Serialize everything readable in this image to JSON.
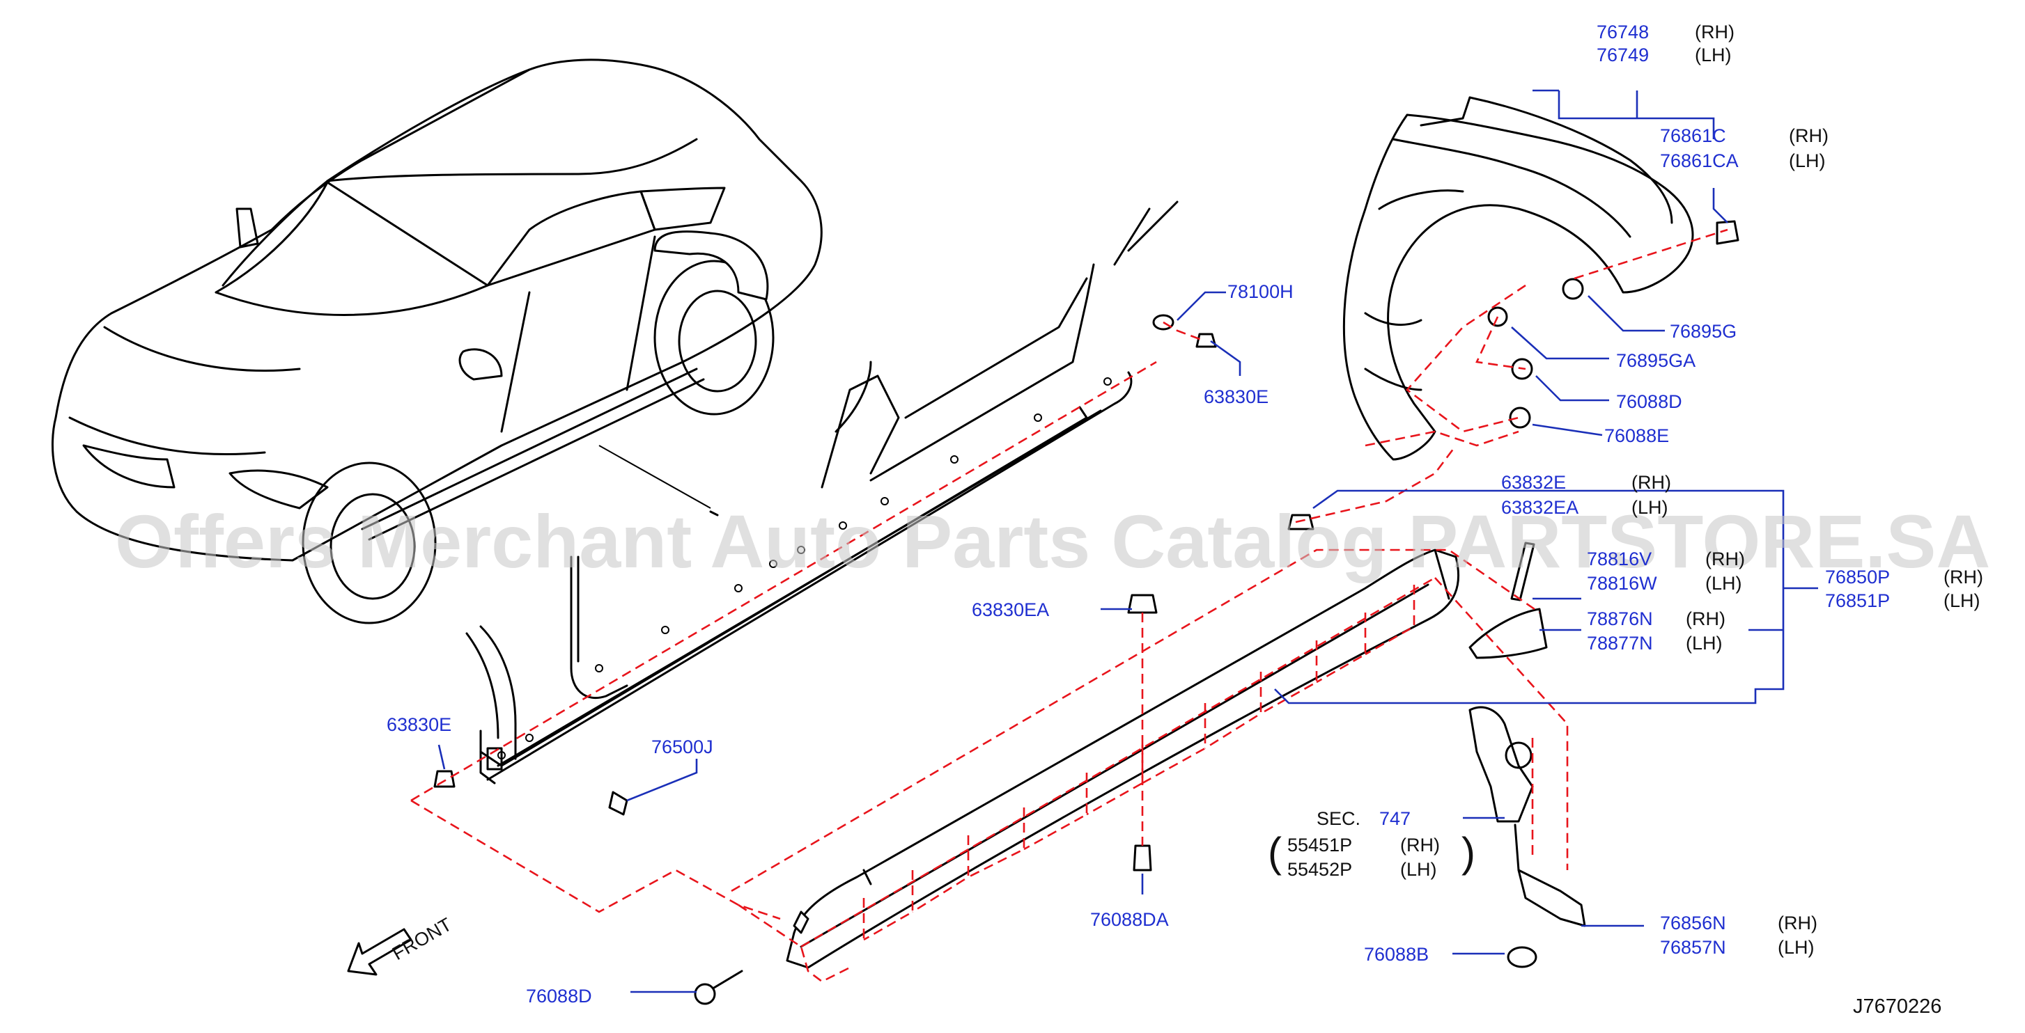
{
  "watermark": "Offers Merchant Auto Parts Catalog PARTSTORE.SA",
  "diagram_code": "J7670226",
  "front_label": "FRONT",
  "labels": {
    "p76748": "76748",
    "p76748_side": "(RH)",
    "p76749": "76749",
    "p76749_side": "(LH)",
    "p76861C": "76861C",
    "p76861C_side": "(RH)",
    "p76861CA": "76861CA",
    "p76861CA_side": "(LH)",
    "p76895G": "76895G",
    "p76895GA": "76895GA",
    "p76088D_top": "76088D",
    "p76088E": "76088E",
    "p63832E": "63832E",
    "p63832E_side": "(RH)",
    "p63832EA": "63832EA",
    "p63832EA_side": "(LH)",
    "p78816V": "78816V",
    "p78816V_side": "(RH)",
    "p78816W": "78816W",
    "p78816W_side": "(LH)",
    "p76850P": "76850P",
    "p76850P_side": "(RH)",
    "p76851P": "76851P",
    "p76851P_side": "(LH)",
    "p78876N": "78876N",
    "p78876N_side": "(RH)",
    "p78877N": "78877N",
    "p78877N_side": "(LH)",
    "p78100H": "78100H",
    "p63830E_top": "63830E",
    "p63830EA": "63830EA",
    "p63830E_left": "63830E",
    "p76500J": "76500J",
    "sec": "SEC.",
    "sec_num": "747",
    "p55451P": "55451P",
    "p55451P_side": "(RH)",
    "p55452P": "55452P",
    "p55452P_side": "(LH)",
    "p76856N": "76856N",
    "p76856N_side": "(RH)",
    "p76857N": "76857N",
    "p76857N_side": "(LH)",
    "p76088DA": "76088DA",
    "p76088B": "76088B",
    "p76088D_bottom": "76088D"
  }
}
